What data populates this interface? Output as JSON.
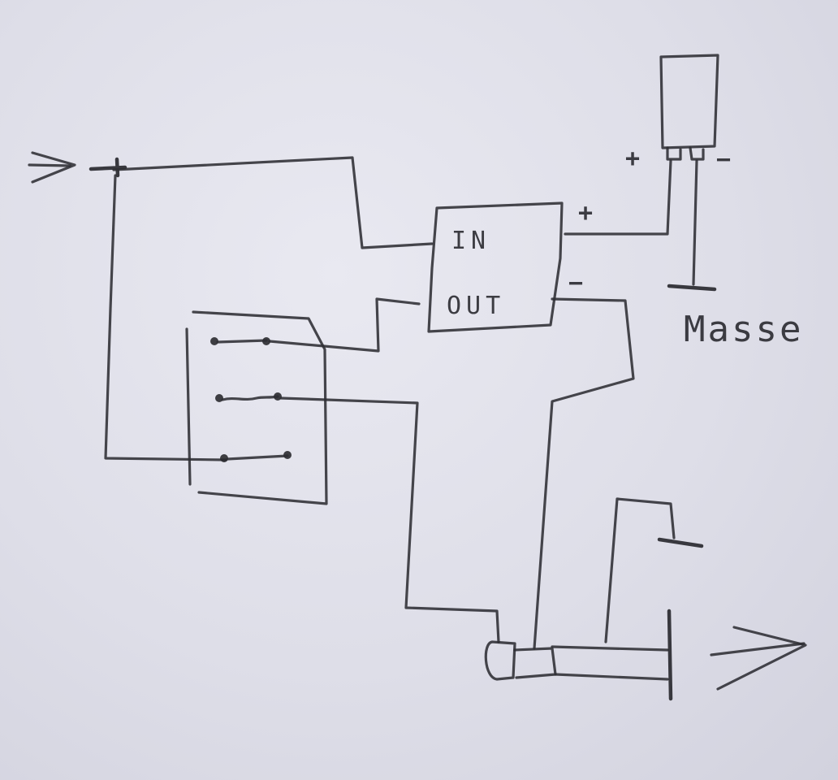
{
  "module": {
    "in_label": "IN",
    "out_label": "OUT",
    "plus_label": "+",
    "minus_label": "−"
  },
  "battery": {
    "plus_label": "+",
    "minus_label": "−"
  },
  "ground": {
    "label": "Masse"
  }
}
